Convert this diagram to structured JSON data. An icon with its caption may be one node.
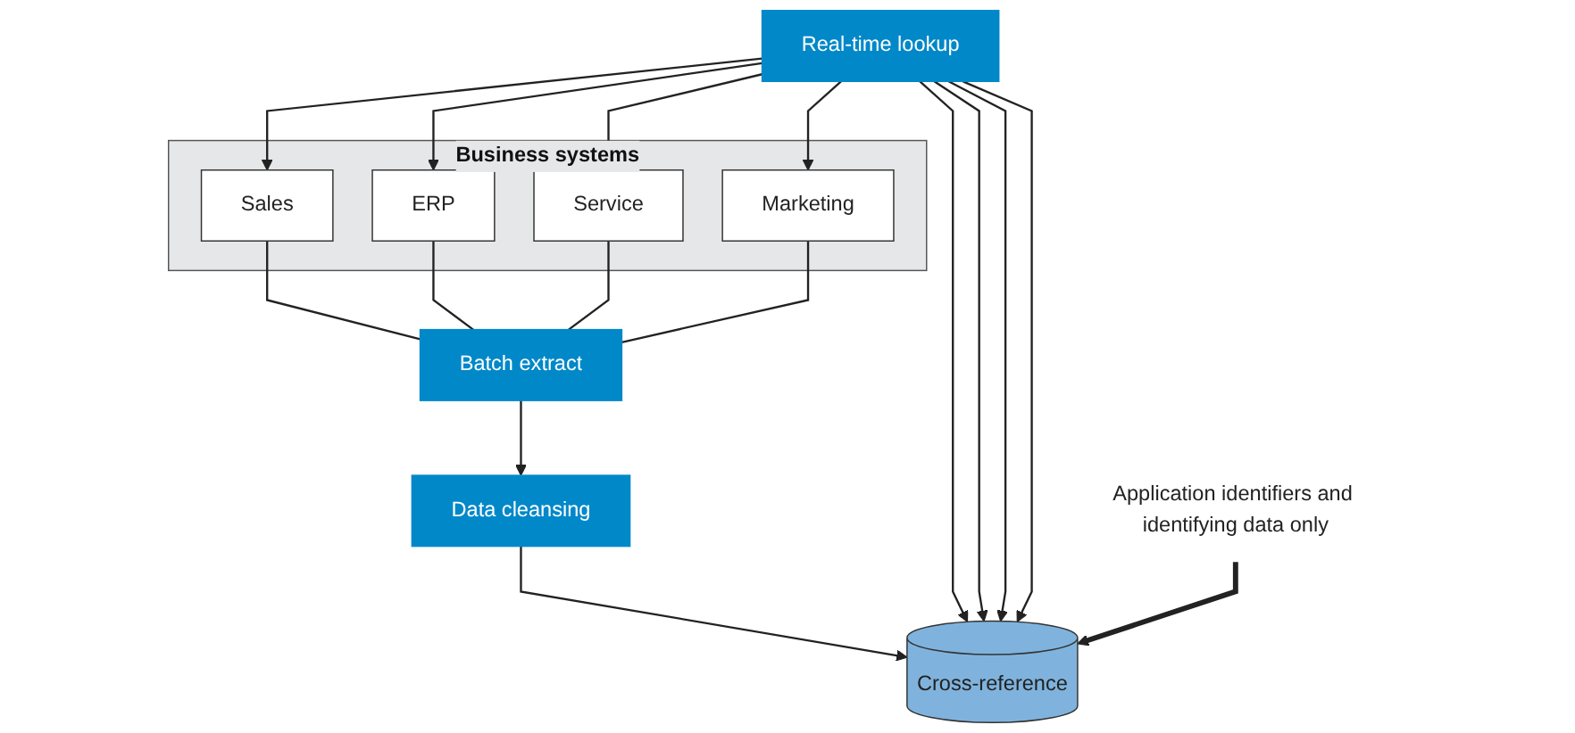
{
  "diagram": {
    "nodes": [
      {
        "text": [
          "Business systems"
        ]
      },
      {
        "text": [
          "Sales"
        ],
        "in": 0
      },
      {
        "text": [
          "ERP"
        ],
        "in": 0
      },
      {
        "text": [
          "Service"
        ],
        "in": 0
      },
      {
        "text": [
          "Marketing"
        ],
        "in": 0
      },
      {
        "text": [
          "Batch extract"
        ]
      },
      {
        "text": [
          "Data cleansing"
        ]
      },
      {
        "text": [
          "Real-time lookup"
        ]
      },
      {
        "text": [
          "Cross-reference"
        ]
      },
      {
        "text": [
          "Application identifiers and identifying data only"
        ]
      }
    ],
    "edges": [
      {
        "from": 1,
        "to": 5,
        "arrow": "none"
      },
      {
        "from": 2,
        "to": 5,
        "arrow": "none"
      },
      {
        "from": 3,
        "to": 5,
        "arrow": "none"
      },
      {
        "from": 4,
        "to": 5,
        "arrow": "none"
      },
      {
        "from": 5,
        "to": 6,
        "arrow": "to"
      },
      {
        "from": 6,
        "to": 8,
        "arrow": "to"
      },
      {
        "from": 7,
        "to": 1,
        "arrow": "to"
      },
      {
        "from": 7,
        "to": 2,
        "arrow": "to"
      },
      {
        "from": 7,
        "to": 3,
        "arrow": "to"
      },
      {
        "from": 7,
        "to": 4,
        "arrow": "to"
      },
      {
        "from": 7,
        "to": 8,
        "arrow": "to"
      },
      {
        "from": 7,
        "to": 8,
        "arrow": "to"
      },
      {
        "from": 7,
        "to": 8,
        "arrow": "to"
      },
      {
        "from": 7,
        "to": 8,
        "arrow": "to"
      },
      {
        "from": 9,
        "to": 8,
        "arrow": "to",
        "style": "thick"
      }
    ]
  }
}
